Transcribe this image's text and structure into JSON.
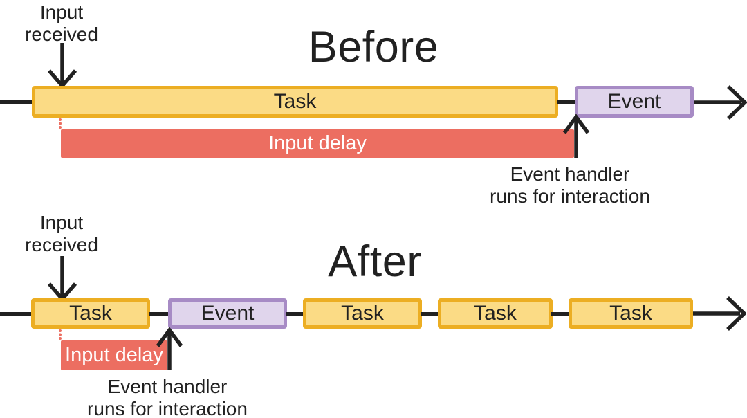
{
  "colors": {
    "background": "#ffffff",
    "ink": "#212121",
    "task-fill": "#FBDB85",
    "task-border": "#ECAE23",
    "event-fill": "#E0D5EC",
    "event-border": "#A78BC5",
    "delay-fill": "#EC6E61",
    "delay-text": "#FFFFFF"
  },
  "before": {
    "title": "Before",
    "input_label": [
      "Input",
      "received"
    ],
    "timeline": [
      {
        "type": "task",
        "label": "Task"
      },
      {
        "type": "event",
        "label": "Event"
      }
    ],
    "delay_label": "Input delay",
    "handler_label": [
      "Event handler",
      "runs for interaction"
    ]
  },
  "after": {
    "title": "After",
    "input_label": [
      "Input",
      "received"
    ],
    "timeline": [
      {
        "type": "task",
        "label": "Task"
      },
      {
        "type": "event",
        "label": "Event"
      },
      {
        "type": "task",
        "label": "Task"
      },
      {
        "type": "task",
        "label": "Task"
      },
      {
        "type": "task",
        "label": "Task"
      }
    ],
    "delay_label": "Input delay",
    "handler_label": [
      "Event handler",
      "runs for interaction"
    ]
  }
}
